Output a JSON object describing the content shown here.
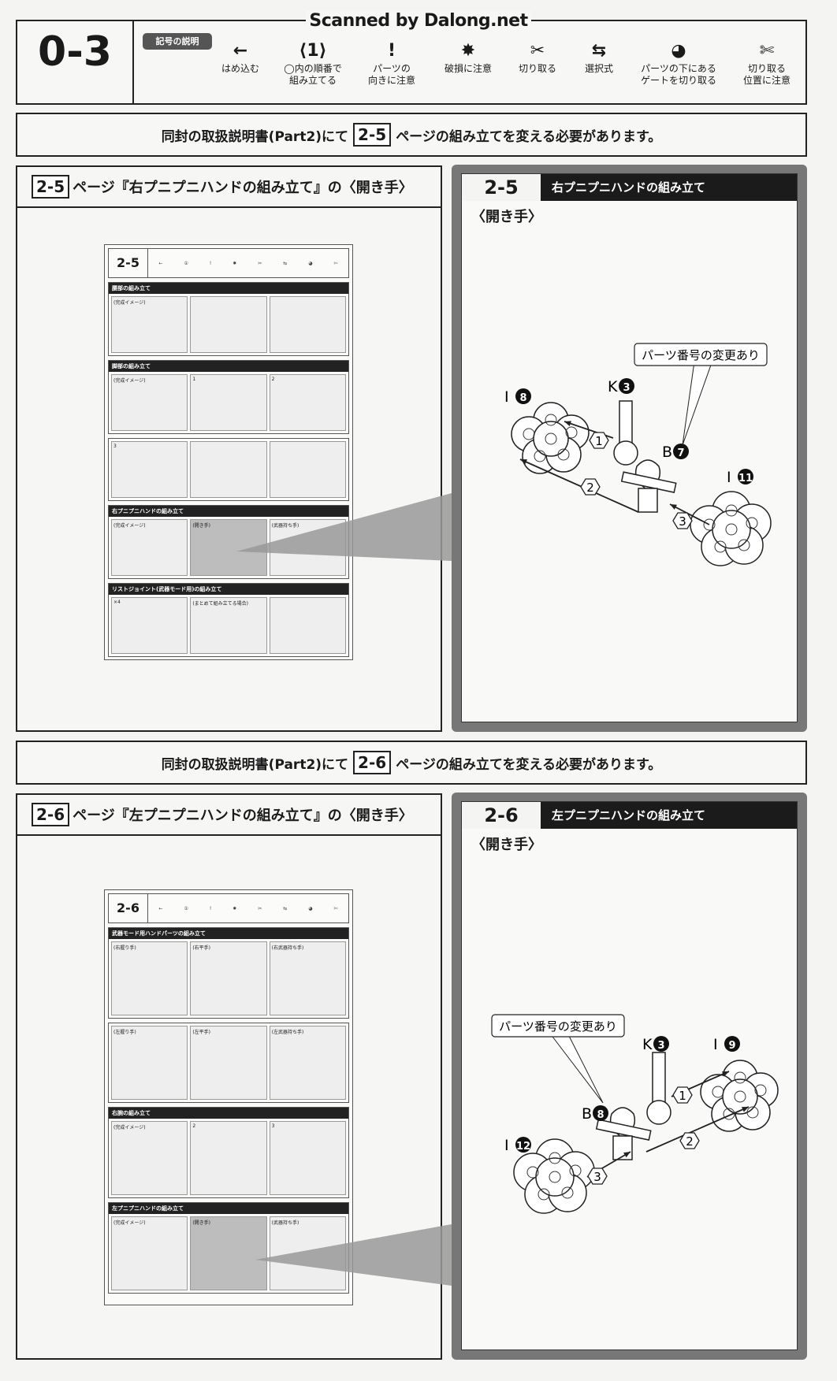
{
  "watermark": "Scanned by Dalong.net",
  "header": {
    "step": "0-3",
    "legend_title": "記号の説明",
    "legend": [
      {
        "icon": "arrow-left-icon",
        "glyph": "←",
        "line1": "はめ込む",
        "line2": ""
      },
      {
        "icon": "hexagon-number-icon",
        "glyph": "⟨1⟩",
        "line1": "◯内の順番で",
        "line2": "組み立てる"
      },
      {
        "icon": "exclamation-callout-icon",
        "glyph": "!",
        "line1": "パーツの",
        "line2": "向きに注意"
      },
      {
        "icon": "damage-warning-icon",
        "glyph": "✸",
        "line1": "破損に注意",
        "line2": ""
      },
      {
        "icon": "nipper-cut-icon",
        "glyph": "✂",
        "line1": "切り取る",
        "line2": ""
      },
      {
        "icon": "swap-arrows-icon",
        "glyph": "⇆",
        "line1": "選択式",
        "line2": ""
      },
      {
        "icon": "gate-cut-icon",
        "glyph": "◕",
        "line1": "パーツの下にある",
        "line2": "ゲートを切り取る"
      },
      {
        "icon": "cut-position-icon",
        "glyph": "✄",
        "line1": "切り取る",
        "line2": "位置に注意"
      }
    ]
  },
  "sections": [
    {
      "notice_pre": "同封の取扱説明書(Part2)にて",
      "notice_page": "2-5",
      "notice_post": "ページの組み立てを変える必要があります。",
      "left_page": "2-5",
      "left_title": "ページ『右プニプニハンドの組み立て』の〈開き手〉",
      "thumb": {
        "page": "2-5",
        "sections": [
          {
            "title": "腰部の組み立て",
            "cells": [
              "(完成イメージ)",
              "",
              ""
            ]
          },
          {
            "title": "脚部の組み立て",
            "cells": [
              "(完成イメージ)",
              "1",
              "2"
            ]
          },
          {
            "title": "",
            "cells": [
              "3",
              "",
              ""
            ]
          },
          {
            "title": "右プニプニハンドの組み立て",
            "cells": [
              "(完成イメージ)",
              "(開き手)",
              "(武器持ち手)"
            ]
          },
          {
            "title": "リストジョイント(武器モード用)の組み立て",
            "cells": [
              "×4",
              "(まとめて組み立てる場合)",
              ""
            ]
          }
        ]
      },
      "right_page": "2-5",
      "right_title": "右プニプニハンドの組み立て",
      "sub": "〈開き手〉",
      "callout": "パーツ番号の変更あり",
      "parts": {
        "a": "I",
        "a_no": "8",
        "k": "K",
        "k_no": "3",
        "b": "B",
        "b_no": "7",
        "c": "I",
        "c_no": "11"
      },
      "steps": [
        "1",
        "2",
        "3"
      ]
    },
    {
      "notice_pre": "同封の取扱説明書(Part2)にて",
      "notice_page": "2-6",
      "notice_post": "ページの組み立てを変える必要があります。",
      "left_page": "2-6",
      "left_title": "ページ『左プニプニハンドの組み立て』の〈開き手〉",
      "thumb": {
        "page": "2-6",
        "sections": [
          {
            "title": "武器モード用ハンドパーツの組み立て",
            "cells": [
              "(右握り手)",
              "(右平手)",
              "(右武器持ち手)"
            ]
          },
          {
            "title": "",
            "cells": [
              "(左握り手)",
              "(左平手)",
              "(左武器持ち手)"
            ]
          },
          {
            "title": "右腕の組み立て",
            "cells": [
              "(完成イメージ)",
              "2",
              "3"
            ]
          },
          {
            "title": "左プニプニハンドの組み立て",
            "cells": [
              "(完成イメージ)",
              "(開き手)",
              "(武器持ち手)"
            ]
          }
        ]
      },
      "right_page": "2-6",
      "right_title": "左プニプニハンドの組み立て",
      "sub": "〈開き手〉",
      "callout": "パーツ番号の変更あり",
      "parts": {
        "a": "I",
        "a_no": "9",
        "k": "K",
        "k_no": "3",
        "b": "B",
        "b_no": "8",
        "c": "I",
        "c_no": "12"
      },
      "steps": [
        "1",
        "2",
        "3"
      ]
    }
  ]
}
